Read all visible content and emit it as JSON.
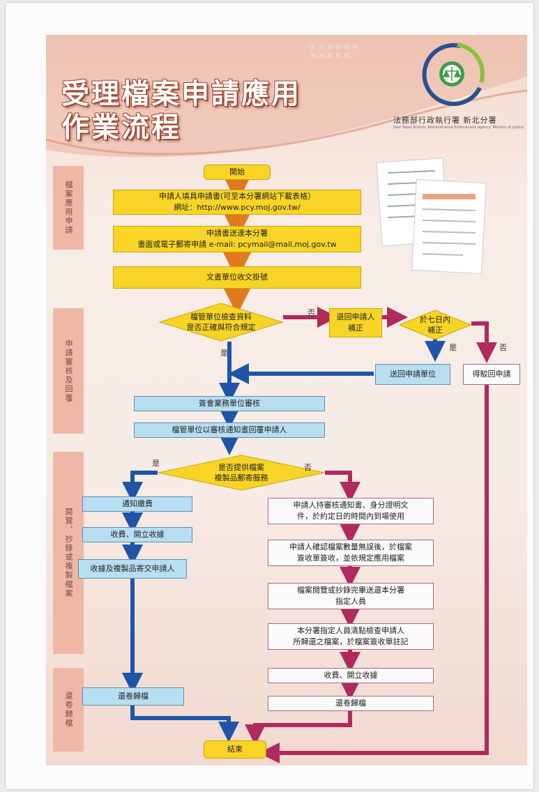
{
  "title": {
    "line1": "受理檔案申請應用",
    "line2": "作業流程"
  },
  "agency": {
    "name": "法務部行政執行署 新北分署",
    "english": "New Taipei Branch, Administrative Enforcement Agency, Ministry of Justice"
  },
  "sections": {
    "apply": "檔案應用申請",
    "review": "申請審核及回覆",
    "access": "閱覽、抄錄或複製檔案",
    "archive": "還卷歸檔"
  },
  "flow": {
    "start": "開始",
    "fill_form_1": "申請人填具申請書(可至本分署網站下載表格）",
    "fill_form_2": "網址：http://www.pcy.moj.gov.tw/",
    "submit_1": "申請書送達本分署",
    "submit_2": "書面或電子郵寄申請 e-mail: pcymail@mail.moj.gov.tw",
    "register": "文書單位收文掛號",
    "check_1": "檔管單位檢查資料",
    "check_2": "是否正確與符合規定",
    "return_1": "退回申請人",
    "return_2": "補正",
    "within7_1": "於七日內",
    "within7_2": "補正",
    "resend": "送回申請單位",
    "reject": "得駁回申請",
    "co_review": "簽會業務單位審核",
    "notify": "檔管單位以審核通知書回覆申請人",
    "mail_1": "是否提供檔案",
    "mail_2": "複製品郵寄服務",
    "pay_notice": "通知繳費",
    "receipt_left": "收費、開立收據",
    "send_copy": "收據及複製品寄交申請人",
    "archive_left": "還卷歸檔",
    "visit_1": "申請人持審核通知書、身分證明文",
    "visit_2": "件，於約定日的時間內到場使用",
    "confirm_1": "申請人確認檔案數量無誤後，於檔案",
    "confirm_2": "簽收單簽收，並依規定應用檔案",
    "return_files_1": "檔案閱覽或抄錄完畢送還本分署",
    "return_files_2": "指定人員",
    "inspect_1": "本分署指定人員清點檢查申請人",
    "inspect_2": "所歸還之檔案，於檔案簽收單註記",
    "receipt_right": "收費、開立收據",
    "archive_right": "還卷歸檔",
    "end": "結束"
  },
  "labels": {
    "yes": "是",
    "no": "否"
  },
  "colors": {
    "yellow": "#f8d427",
    "blue_box": "#b7def1",
    "yes_arrow": "#1f55a8",
    "no_arrow": "#b02a5e",
    "start_arrow": "#e07a1e"
  }
}
